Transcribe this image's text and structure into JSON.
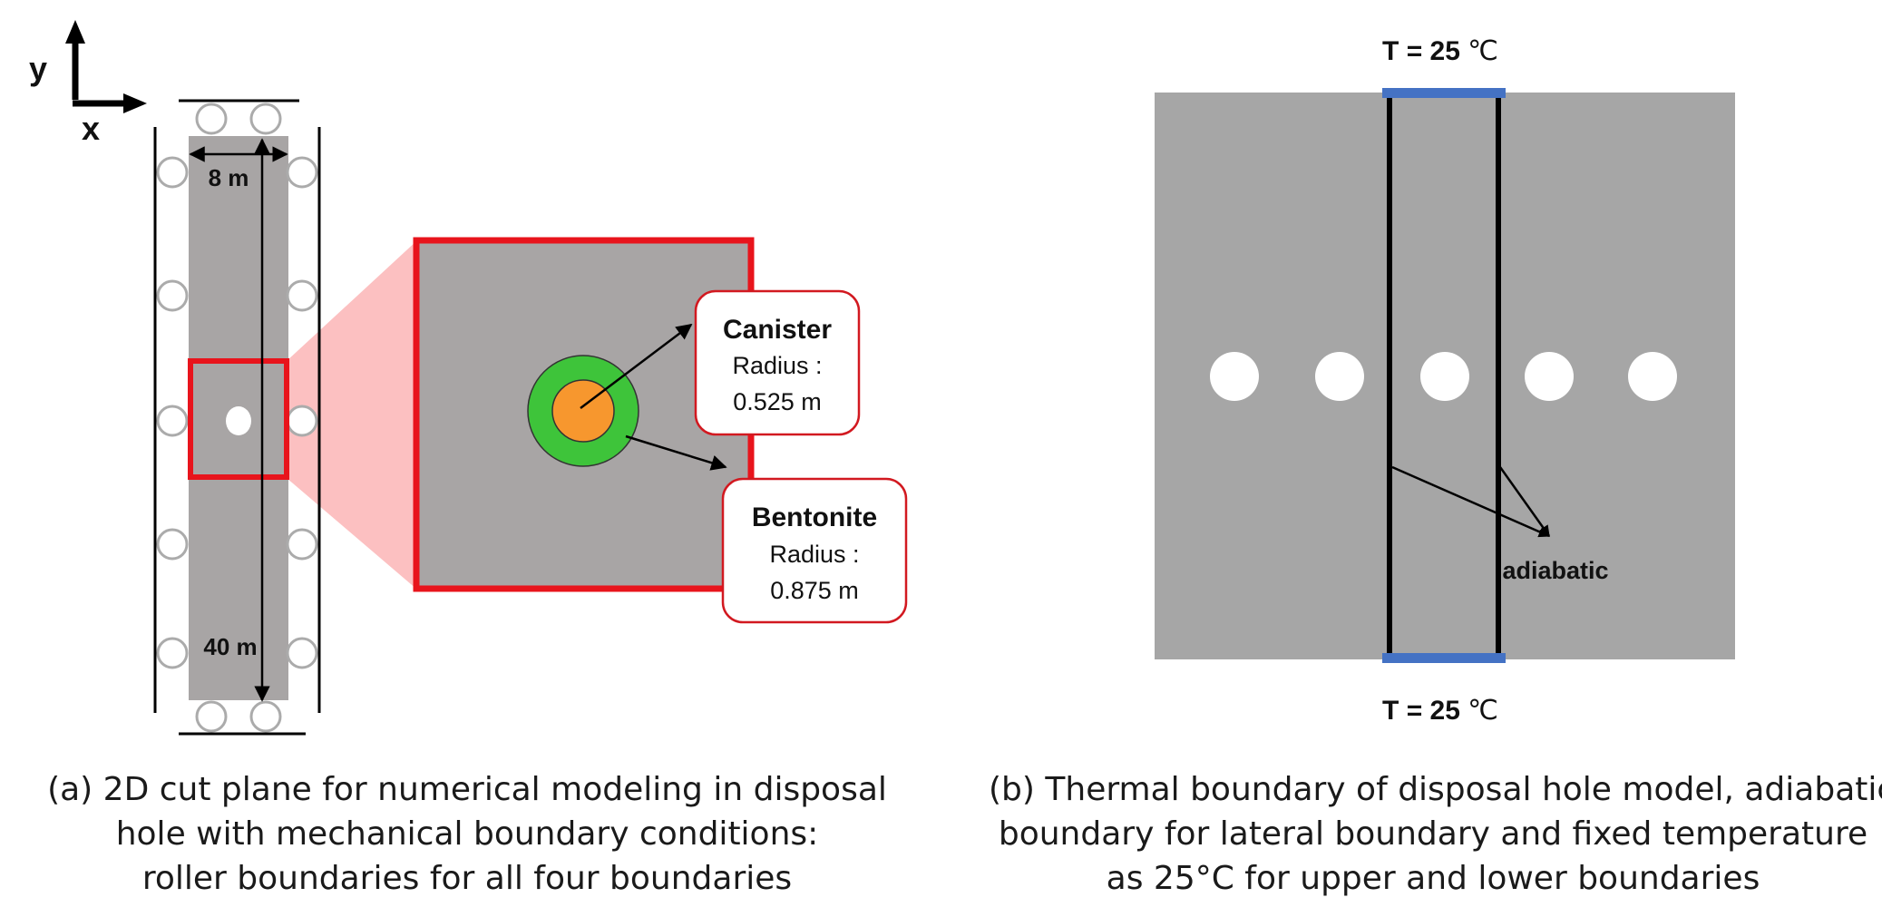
{
  "panel_a": {
    "axis": {
      "y_label": "y",
      "x_label": "x"
    },
    "width_label": "8 m",
    "height_label": "40 m",
    "canister": {
      "title": "Canister",
      "line1": "Radius :",
      "line2": "0.525 m"
    },
    "bentonite": {
      "title": "Bentonite",
      "line1": "Radius :",
      "line2": "0.875 m"
    },
    "caption": [
      "(a) 2D cut plane for numerical modeling in disposal",
      "hole with mechanical boundary conditions:",
      "roller boundaries for all four boundaries"
    ]
  },
  "panel_b": {
    "top_temp": "T = 25",
    "top_unit": "℃",
    "bottom_temp": "T = 25",
    "bottom_unit": "℃",
    "adiabatic_label": "adiabatic",
    "caption": [
      "(b) Thermal boundary of disposal hole model, adiabatic",
      "boundary for lateral boundary and fixed temperature",
      "as 25°C for upper and lower boundaries"
    ]
  },
  "colors": {
    "rock": "#a8a5a5",
    "rock_b": "#a6a6a6",
    "highlight": "#e8141c",
    "canister": "#f7972e",
    "bentonite": "#3ec43a",
    "fixed_temp_boundary": "#4472c4"
  }
}
